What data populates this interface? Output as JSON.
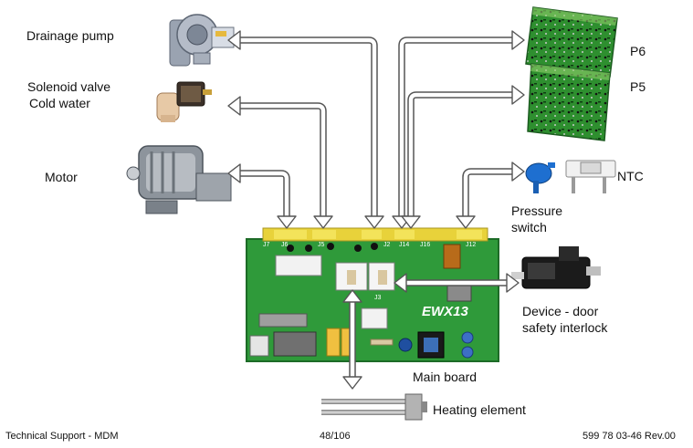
{
  "labels": {
    "drainage_pump": "Drainage pump",
    "solenoid_line1": "Solenoid valve",
    "solenoid_line2": "Cold water",
    "motor": "Motor",
    "p6": "P6",
    "p5": "P5",
    "ntc": "NTC",
    "pressure_line1": "Pressure",
    "pressure_line2": "switch",
    "door_line1": "Device - door",
    "door_line2": "safety interlock",
    "main_board": "Main board",
    "heating_element": "Heating element"
  },
  "board": {
    "model": "EWX13",
    "connectors": [
      "J7",
      "J6",
      "J5",
      "J2",
      "J14",
      "J16",
      "J12",
      "J3"
    ]
  },
  "footer": {
    "left": "Technical Support - MDM",
    "center": "48/106",
    "right": "599 78 03-46 Rev.00"
  },
  "colors": {
    "board_green": "#2f9a3a",
    "board_dark": "#1d6b27",
    "connector_yellow": "#e8d23a",
    "arrow_stroke": "#555555",
    "ntc_blue": "#1e6fd0"
  }
}
